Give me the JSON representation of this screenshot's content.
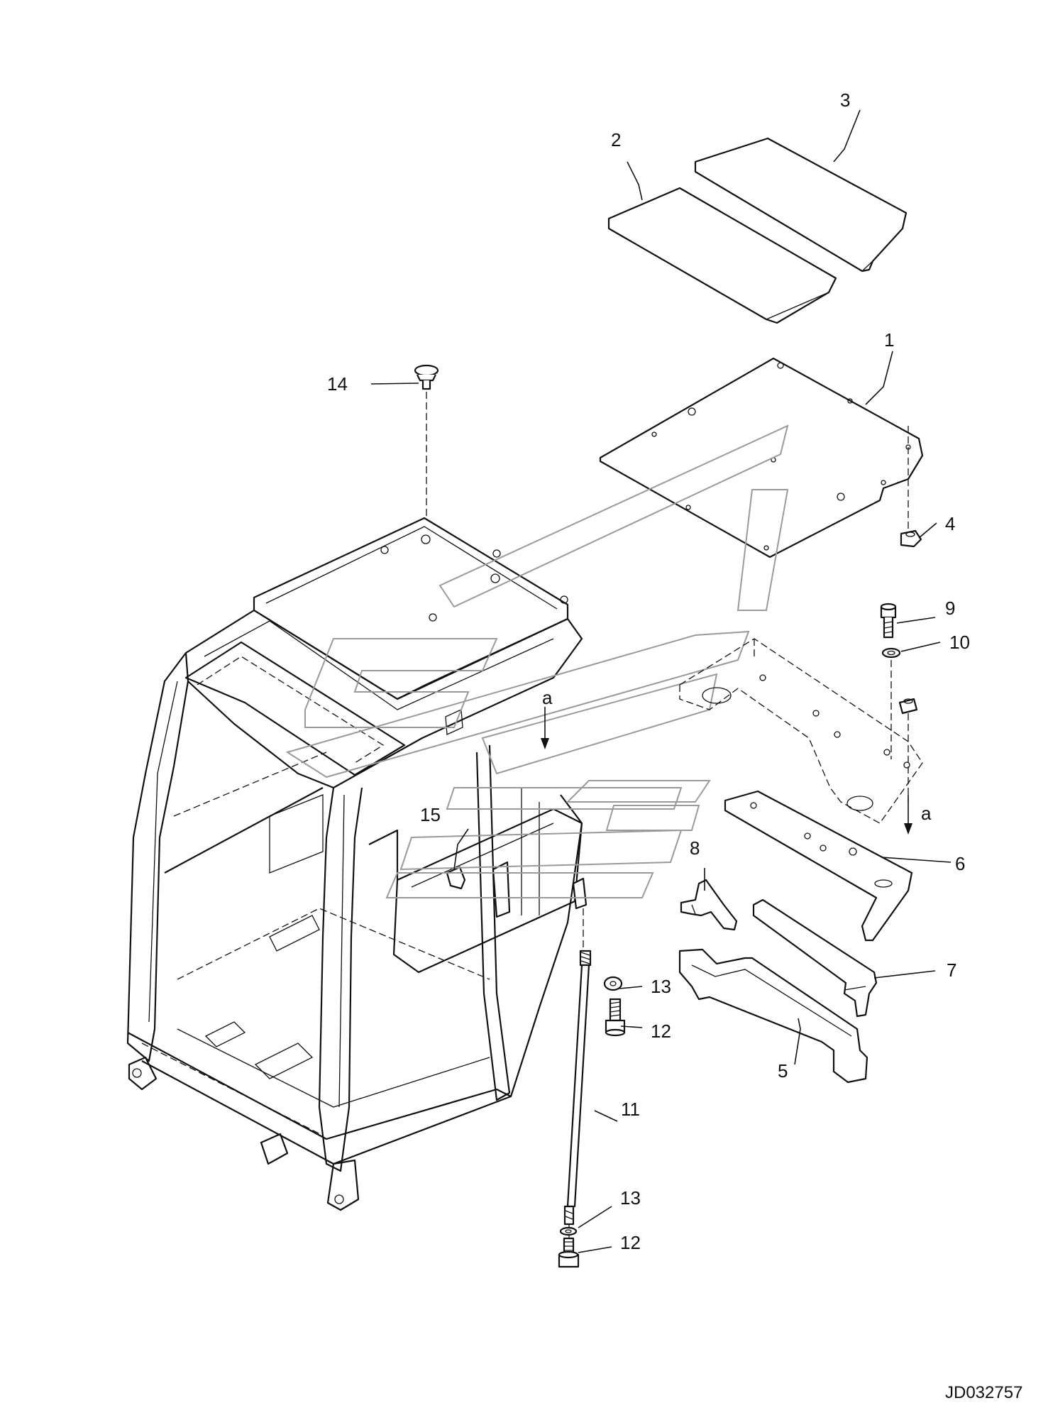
{
  "callouts": {
    "c1": "1",
    "c2": "2",
    "c3": "3",
    "c4": "4",
    "c5": "5",
    "c6": "6",
    "c7": "7",
    "c8": "8",
    "c9": "9",
    "c10": "10",
    "c11": "11",
    "c12a": "12",
    "c12b": "12",
    "c13a": "13",
    "c13b": "13",
    "c14": "14",
    "c15": "15"
  },
  "reference_marks": {
    "a_cab": "a",
    "a_plate": "a"
  },
  "drawing_id": "JD032757"
}
